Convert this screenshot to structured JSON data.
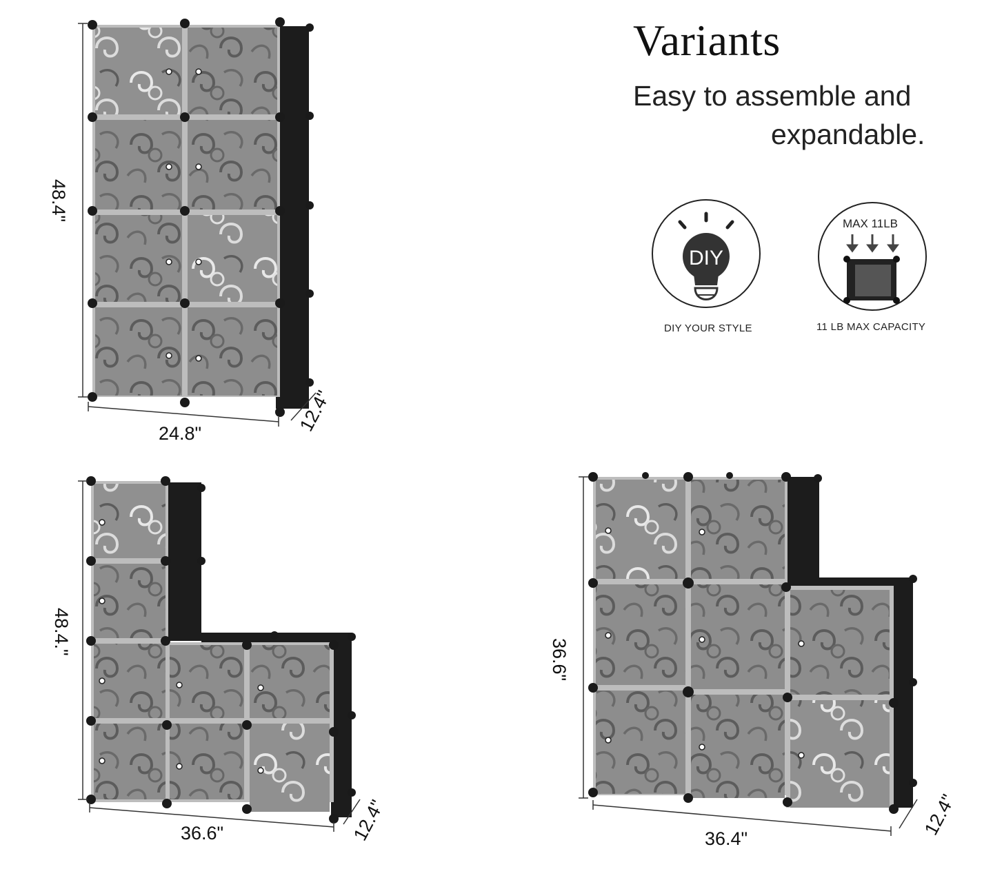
{
  "heading": "Variants",
  "subheading_line1": "Easy to assemble and",
  "subheading_line2": "expandable.",
  "badges": [
    {
      "icon": "diy-bulb-icon",
      "icon_text": "DIY",
      "caption": "DIY YOUR STYLE"
    },
    {
      "icon": "max-weight-cube-icon",
      "icon_text": "MAX 11LB",
      "caption": "11 LB MAX CAPACITY"
    }
  ],
  "variants": [
    {
      "name": "tower",
      "height": "48.4\"",
      "width": "24.8\"",
      "depth": "12.4\""
    },
    {
      "name": "l-shape",
      "height": "48.4.\"",
      "width": "36.6\"",
      "depth": "12.4\""
    },
    {
      "name": "step",
      "height": "36.6\"",
      "width": "36.4\"",
      "depth": "12.4\""
    }
  ],
  "colors": {
    "frame": "#1c1c1c",
    "panel": "#8f8f8f",
    "panel_edge": "#d9d9d9",
    "swirl_dark": "#5a5a5a",
    "swirl_light": "#e6e6e6"
  }
}
